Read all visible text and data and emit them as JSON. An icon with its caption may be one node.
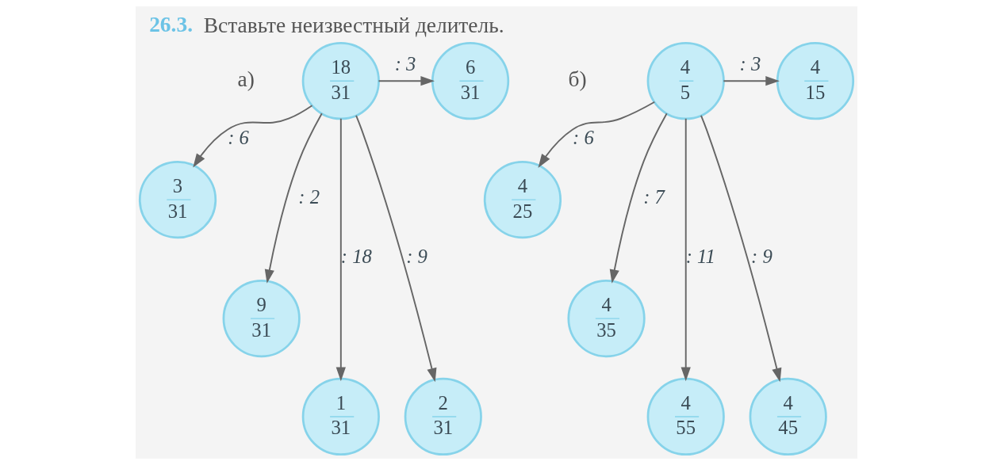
{
  "diagram": {
    "title": "26.3. Вставьте неизвестный делитель.",
    "nodes": [
      {
        "text": [
          "18",
          "31"
        ]
      },
      {
        "text": [
          "6",
          "31"
        ]
      },
      {
        "text": [
          "3",
          "31"
        ]
      },
      {
        "text": [
          "9",
          "31"
        ]
      },
      {
        "text": [
          "1",
          "31"
        ]
      },
      {
        "text": [
          "2",
          "31"
        ]
      },
      {
        "text": [
          "4",
          "5"
        ]
      },
      {
        "text": [
          "4",
          "15"
        ]
      },
      {
        "text": [
          "4",
          "25"
        ]
      },
      {
        "text": [
          "4",
          "35"
        ]
      },
      {
        "text": [
          "4",
          "55"
        ]
      },
      {
        "text": [
          "4",
          "45"
        ]
      }
    ],
    "edges": [
      {
        "from": 0,
        "to": 4,
        "arrow": "to",
        "label": ": 18"
      },
      {
        "from": 0,
        "to": 5,
        "arrow": "to",
        "label": ": 9"
      },
      {
        "from": 0,
        "to": 3,
        "arrow": "to",
        "label": ": 2"
      },
      {
        "from": 0,
        "to": 2,
        "arrow": "to",
        "label": ": 6"
      },
      {
        "from": 0,
        "to": 1,
        "arrow": "to",
        "label": ": 3"
      },
      {
        "from": 6,
        "to": 10,
        "arrow": "to",
        "label": ": 11"
      },
      {
        "from": 6,
        "to": 11,
        "arrow": "to",
        "label": ": 9"
      },
      {
        "from": 6,
        "to": 9,
        "arrow": "to",
        "label": ": 7"
      },
      {
        "from": 6,
        "to": 8,
        "arrow": "to",
        "label": ": 6"
      },
      {
        "from": 6,
        "to": 7,
        "arrow": "to",
        "label": ": 3"
      }
    ],
    "labels": [
      "а)",
      "б)"
    ]
  }
}
